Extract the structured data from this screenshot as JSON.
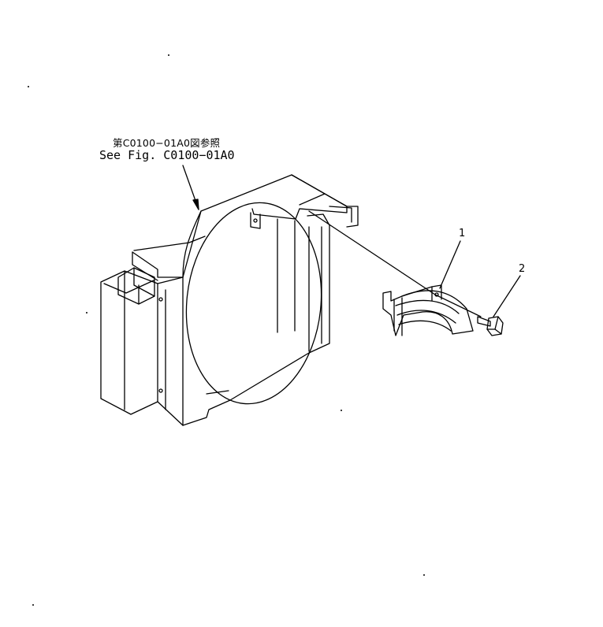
{
  "figure": {
    "reference_jp": "第C0100−01A0図参照",
    "reference_en": "See Fig. C0100−01A0",
    "callouts": [
      {
        "number": "1"
      },
      {
        "number": "2"
      }
    ]
  },
  "colors": {
    "line": "#000000",
    "background": "#ffffff"
  }
}
